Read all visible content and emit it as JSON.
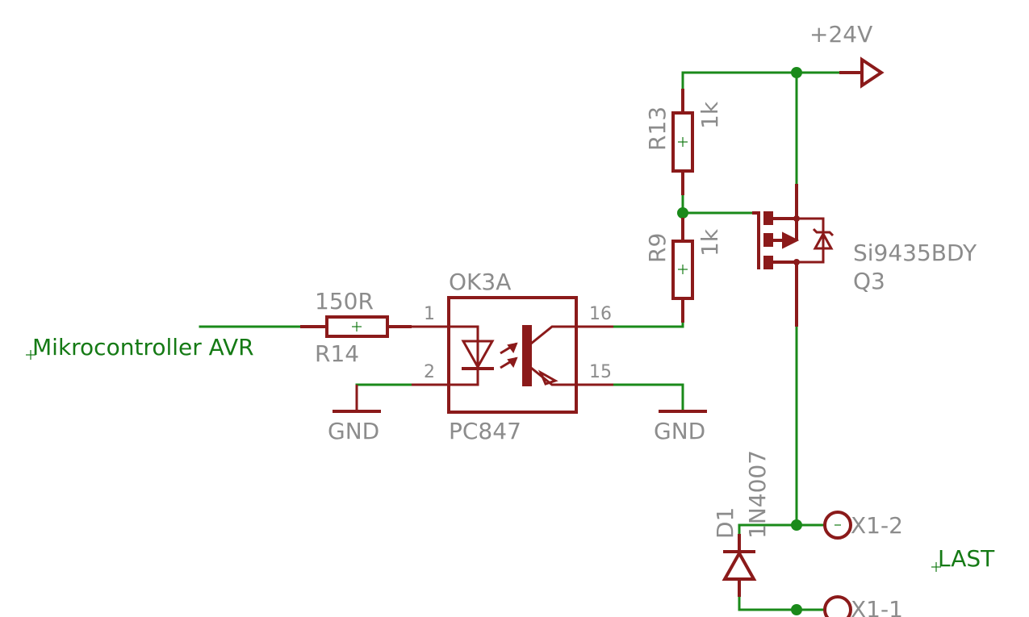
{
  "labels": {
    "input_net": "Mikrocontroller AVR",
    "load_net": "LAST",
    "supply": "+24V",
    "gnd_left": "GND",
    "gnd_right": "GND"
  },
  "r14": {
    "name": "R14",
    "value": "150R"
  },
  "r13": {
    "name": "R13",
    "value": "1k"
  },
  "r9": {
    "name": "R9",
    "value": "1k"
  },
  "optocoupler": {
    "name": "OK3A",
    "value": "PC847",
    "pins": {
      "anode": "1",
      "cathode": "2",
      "collector": "16",
      "emitter": "15"
    }
  },
  "mosfet": {
    "name": "Q3",
    "value": "Si9435BDY"
  },
  "diode": {
    "name": "D1",
    "value": "1N4007"
  },
  "connector": {
    "pin2": "X1-2",
    "pin1": "X1-1"
  }
}
